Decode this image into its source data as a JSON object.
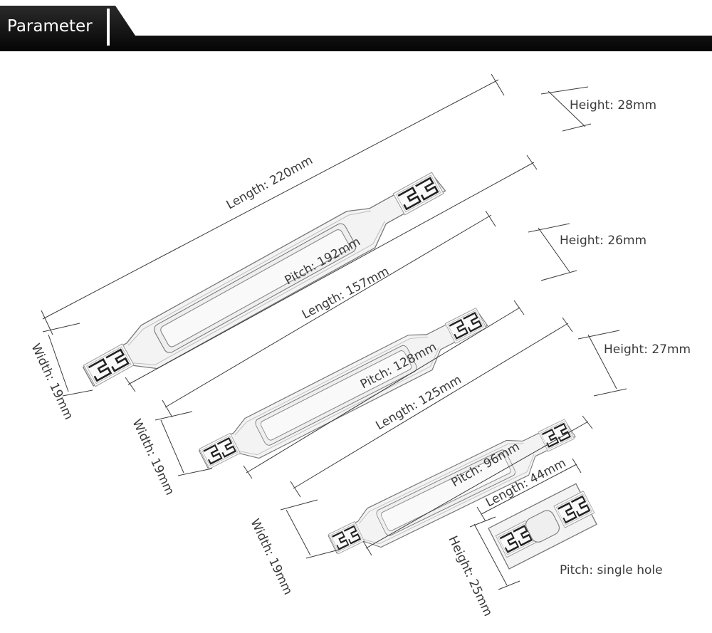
{
  "header": {
    "title": "Parameter"
  },
  "colors": {
    "header_bar": "#0d0d0d",
    "header_accent": "#ffffff",
    "text": "#3a3a3a"
  },
  "handles": [
    {
      "length": "Length: 220mm",
      "pitch": "Pitch: 192mm",
      "height": "Height: 28mm",
      "width": "Width: 19mm"
    },
    {
      "length": "Length: 157mm",
      "pitch": "Pitch: 128mm",
      "height": "Height: 26mm",
      "width": "Width: 19mm"
    },
    {
      "length": "Length: 125mm",
      "pitch": "Pitch: 96mm",
      "height": "Height: 27mm",
      "width": "Width: 19mm"
    },
    {
      "length": "Length: 44mm",
      "pitch": "Pitch: single hole",
      "height": "Height: 25mm"
    }
  ]
}
